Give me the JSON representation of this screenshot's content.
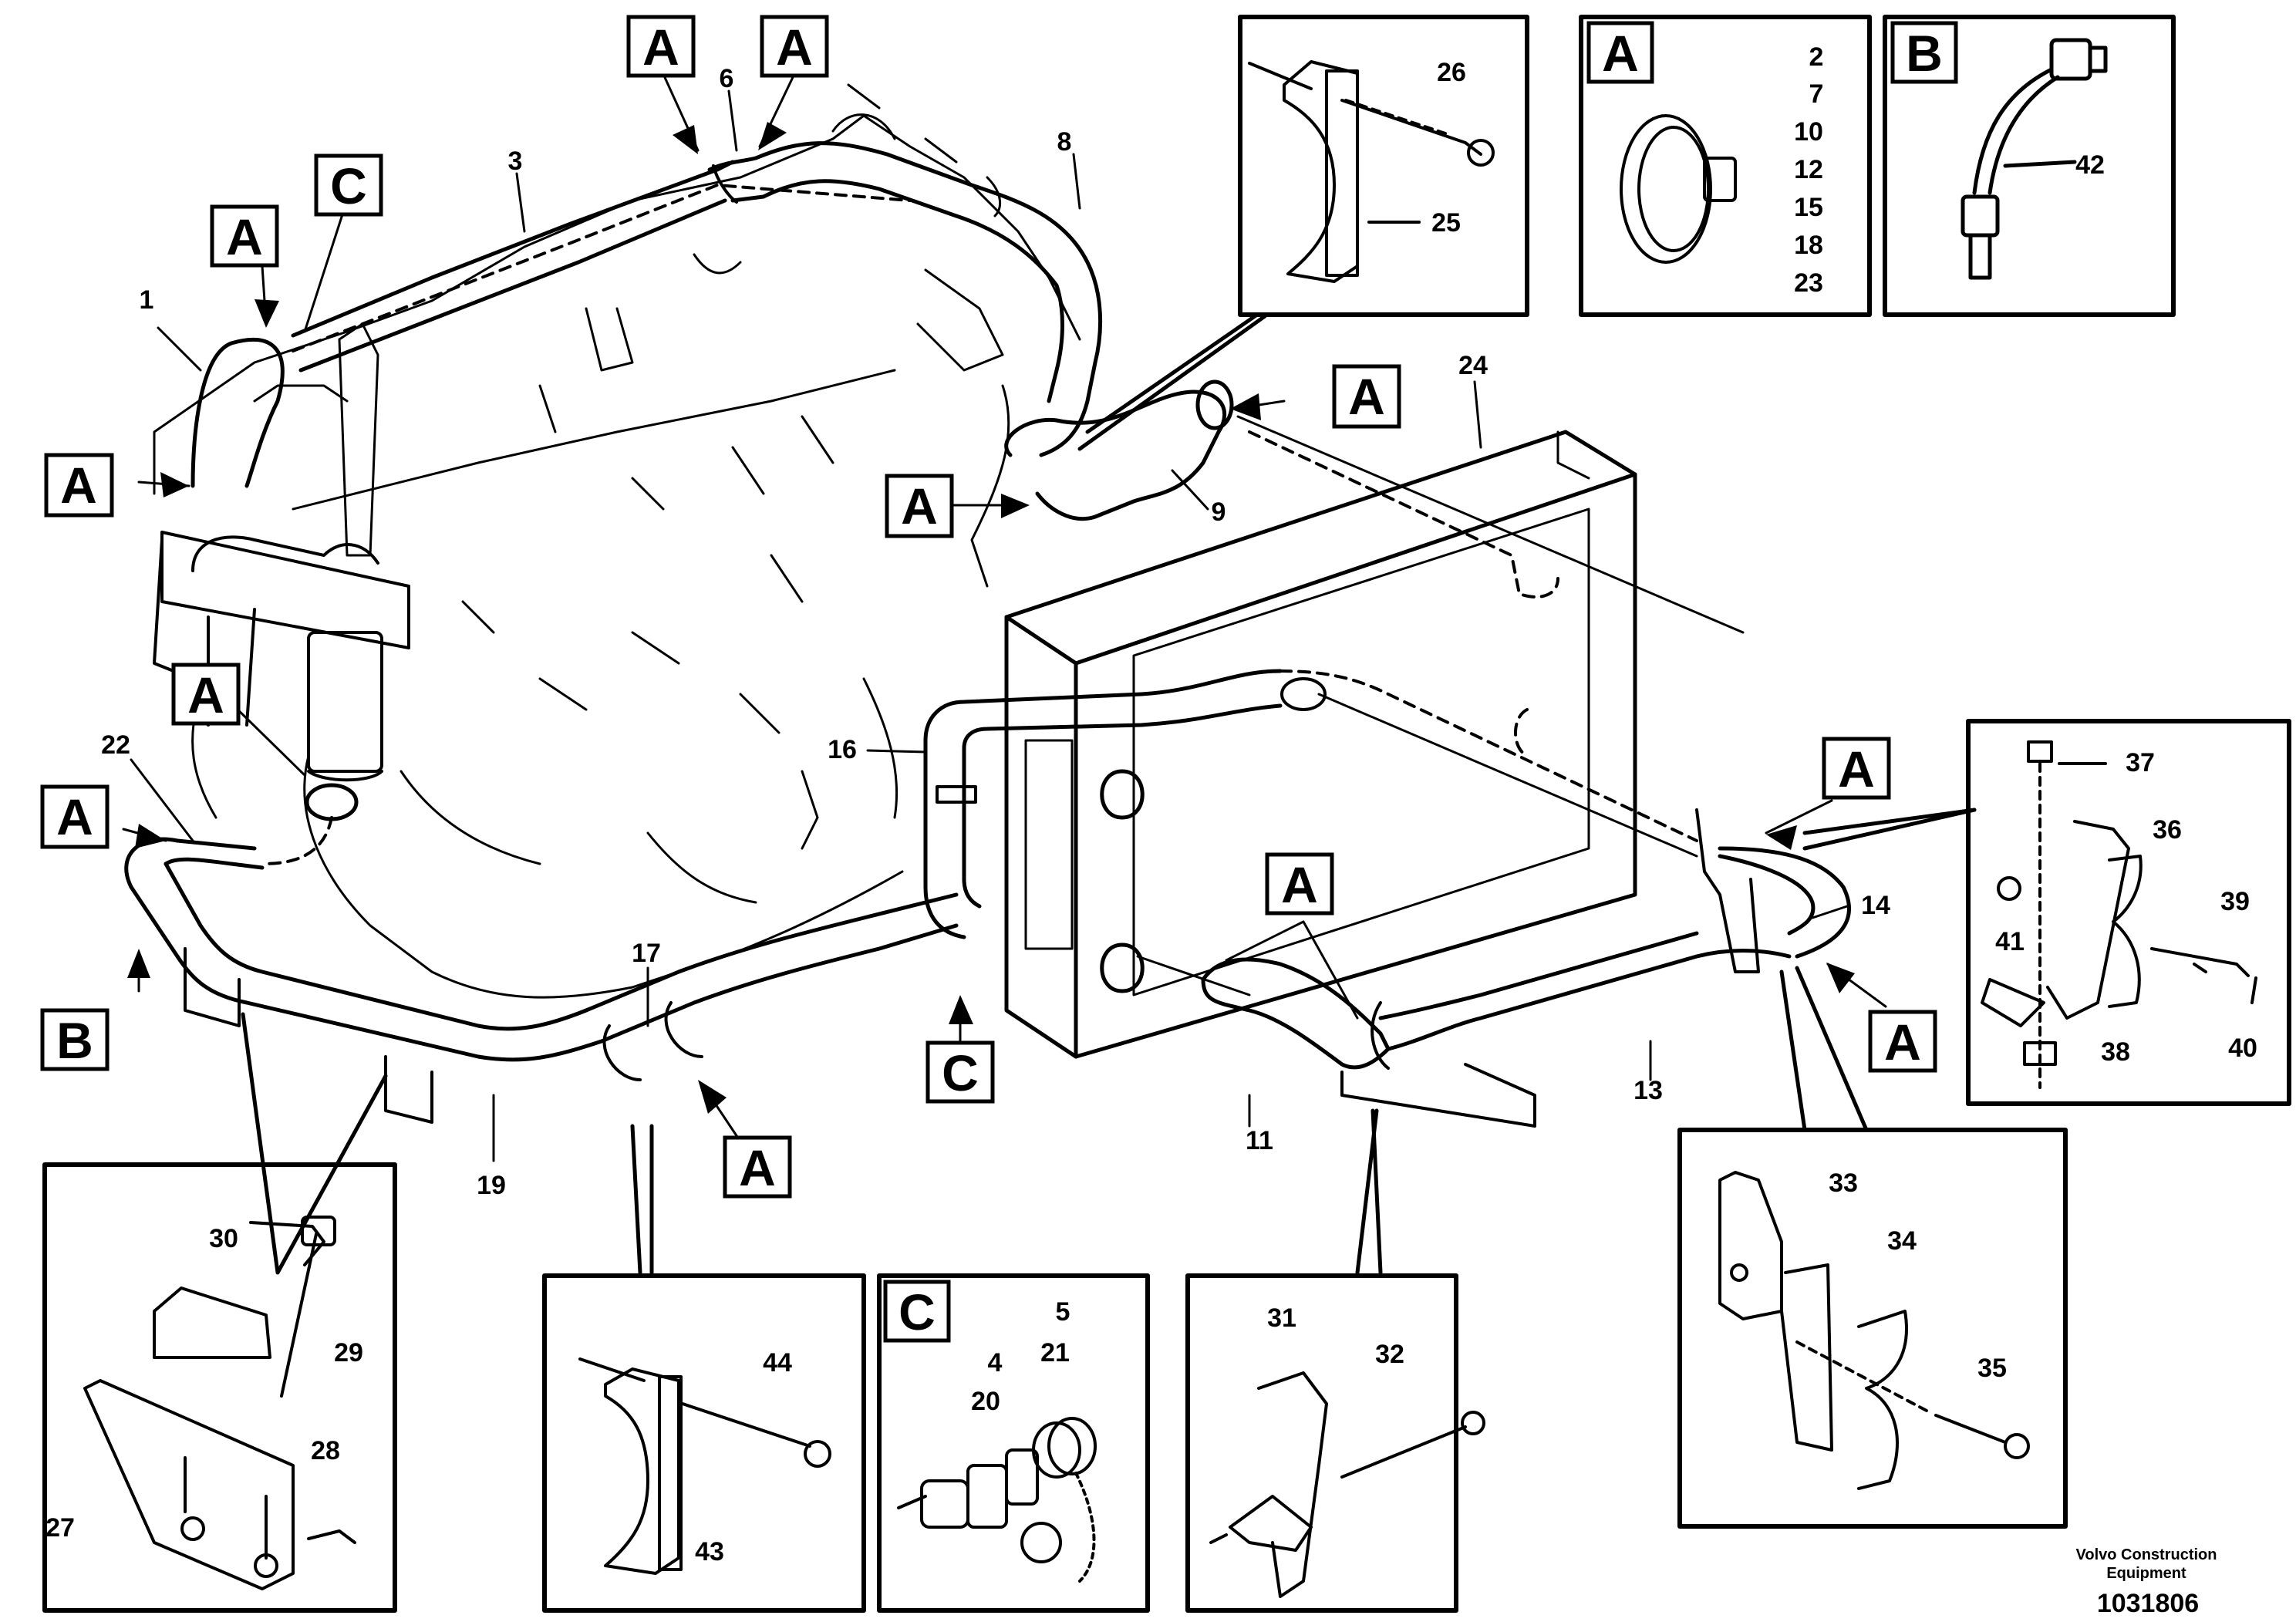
{
  "diagram": {
    "part_numbers": [
      {
        "id": "p1",
        "text": "1"
      },
      {
        "id": "p3",
        "text": "3"
      },
      {
        "id": "p6",
        "text": "6"
      },
      {
        "id": "p8",
        "text": "8"
      },
      {
        "id": "p9",
        "text": "9"
      },
      {
        "id": "p11",
        "text": "11"
      },
      {
        "id": "p13",
        "text": "13"
      },
      {
        "id": "p14",
        "text": "14"
      },
      {
        "id": "p16",
        "text": "16"
      },
      {
        "id": "p17",
        "text": "17"
      },
      {
        "id": "p19",
        "text": "19"
      },
      {
        "id": "p22",
        "text": "22"
      },
      {
        "id": "p24",
        "text": "24"
      },
      {
        "id": "p25",
        "text": "25"
      },
      {
        "id": "p26",
        "text": "26"
      },
      {
        "id": "p27",
        "text": "27"
      },
      {
        "id": "p28",
        "text": "28"
      },
      {
        "id": "p29",
        "text": "29"
      },
      {
        "id": "p30",
        "text": "30"
      },
      {
        "id": "p31",
        "text": "31"
      },
      {
        "id": "p32",
        "text": "32"
      },
      {
        "id": "p33",
        "text": "33"
      },
      {
        "id": "p34",
        "text": "34"
      },
      {
        "id": "p35",
        "text": "35"
      },
      {
        "id": "p36",
        "text": "36"
      },
      {
        "id": "p37",
        "text": "37"
      },
      {
        "id": "p38",
        "text": "38"
      },
      {
        "id": "p39",
        "text": "39"
      },
      {
        "id": "p40",
        "text": "40"
      },
      {
        "id": "p41",
        "text": "41"
      },
      {
        "id": "p42",
        "text": "42"
      },
      {
        "id": "p43",
        "text": "43"
      },
      {
        "id": "p44",
        "text": "44"
      },
      {
        "id": "pc4",
        "text": "4"
      },
      {
        "id": "pc5",
        "text": "5"
      },
      {
        "id": "pc20",
        "text": "20"
      },
      {
        "id": "pc21",
        "text": "21"
      }
    ],
    "clamp_list": [
      "2",
      "7",
      "10",
      "12",
      "15",
      "18",
      "23"
    ],
    "callouts": [
      {
        "id": "c1",
        "text": "A"
      },
      {
        "id": "c2",
        "text": "A"
      },
      {
        "id": "c3",
        "text": "C"
      },
      {
        "id": "c4",
        "text": "A"
      },
      {
        "id": "c5",
        "text": "A"
      },
      {
        "id": "c6",
        "text": "A"
      },
      {
        "id": "c7",
        "text": "A"
      },
      {
        "id": "c8",
        "text": "A"
      },
      {
        "id": "c9",
        "text": "A"
      },
      {
        "id": "c10",
        "text": "B"
      },
      {
        "id": "c11",
        "text": "A"
      },
      {
        "id": "c12",
        "text": "C"
      },
      {
        "id": "c13",
        "text": "A"
      },
      {
        "id": "c14",
        "text": "A"
      },
      {
        "id": "c15",
        "text": "A"
      }
    ],
    "inset_tags": [
      {
        "id": "tA",
        "text": "A"
      },
      {
        "id": "tB",
        "text": "B"
      },
      {
        "id": "tC",
        "text": "C"
      }
    ]
  },
  "footer": {
    "brand_line1": "Volvo Construction",
    "brand_line2": "Equipment",
    "part_number": "1031806"
  }
}
